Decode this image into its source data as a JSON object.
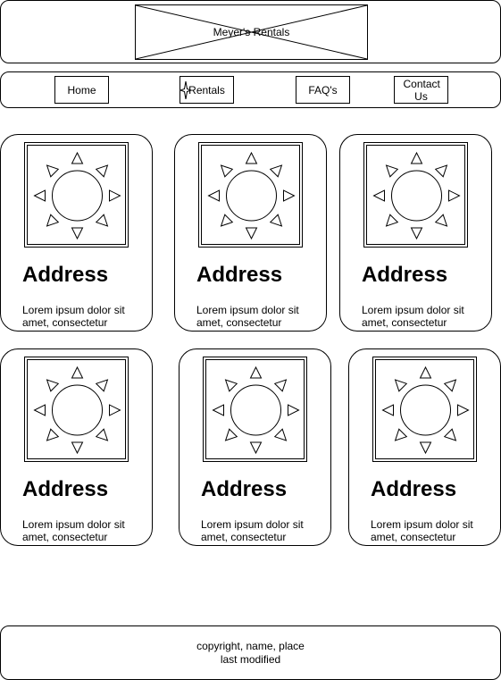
{
  "header": {
    "logo_text": "Meyer's Rentals"
  },
  "nav": {
    "items": [
      {
        "label": "Home"
      },
      {
        "label": "Rentals"
      },
      {
        "label": "FAQ's"
      },
      {
        "label": "Contact Us"
      }
    ]
  },
  "listings": [
    {
      "title": "Address",
      "description": "Lorem ipsum dolor sit amet, consectetur"
    },
    {
      "title": "Address",
      "description": "Lorem ipsum dolor sit amet, consectetur"
    },
    {
      "title": "Address",
      "description": "Lorem ipsum dolor sit amet, consectetur"
    },
    {
      "title": "Address",
      "description": "Lorem ipsum dolor sit amet, consectetur"
    },
    {
      "title": "Address",
      "description": "Lorem ipsum dolor sit amet, consectetur"
    },
    {
      "title": "Address",
      "description": "Lorem ipsum dolor sit amet, consectetur"
    }
  ],
  "listing_icon": "sun-placeholder-icon",
  "nav_active_icon": "four-point-star-icon",
  "footer": {
    "line1": "copyright, name, place",
    "line2": "last modified"
  }
}
